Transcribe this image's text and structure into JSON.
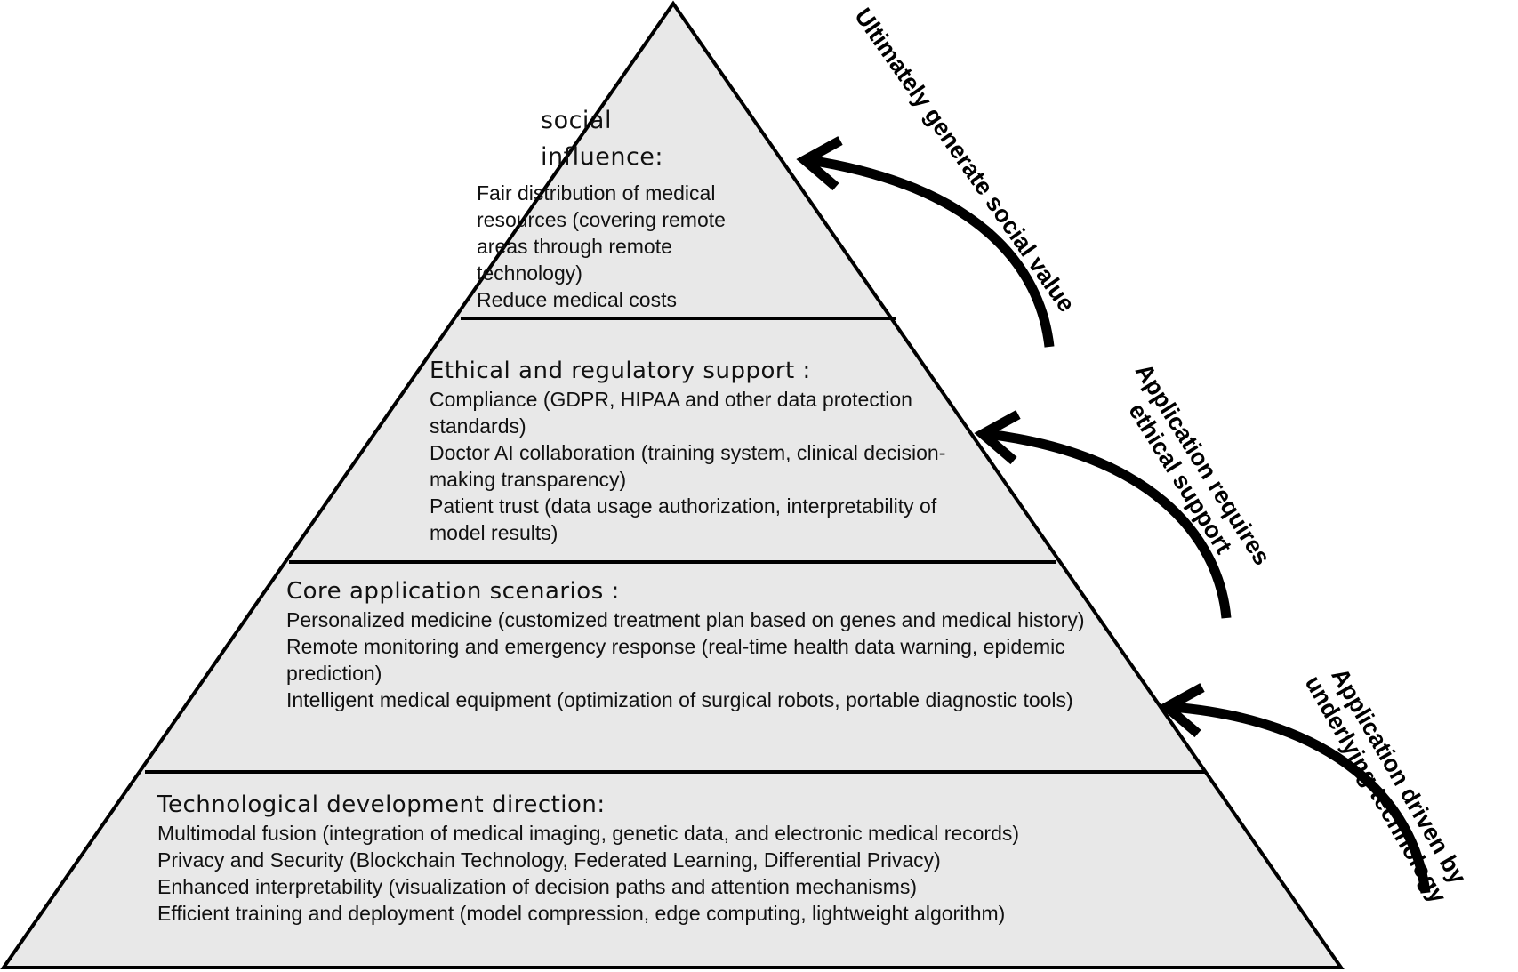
{
  "levels": [
    {
      "heading_lines": [
        "social",
        "influence:"
      ],
      "items": [
        "Fair distribution of medical resources (covering remote areas through remote technology)",
        "Reduce medical costs"
      ]
    },
    {
      "heading": "Ethical and regulatory support :",
      "items": [
        "Compliance (GDPR, HIPAA and other data protection standards)",
        "Doctor AI collaboration (training system, clinical decision-making transparency)",
        "Patient trust (data usage authorization, interpretability of model results)"
      ]
    },
    {
      "heading": "Core application scenarios :",
      "items": [
        "Personalized medicine (customized treatment plan based on genes and medical history)",
        "Remote monitoring and emergency response (real-time health data warning, epidemic prediction)",
        "Intelligent medical equipment (optimization of surgical robots, portable diagnostic tools)"
      ]
    },
    {
      "heading": "Technological development direction:",
      "items": [
        "Multimodal fusion (integration of medical imaging, genetic data, and electronic medical records)",
        "Privacy and Security (Blockchain Technology, Federated Learning, Differential Privacy)",
        "Enhanced interpretability (visualization of decision paths and attention mechanisms)",
        "Efficient training and deployment (model compression, edge computing, lightweight algorithm)"
      ]
    }
  ],
  "arrows": [
    {
      "label_lines": [
        "Ultimately generate social value"
      ]
    },
    {
      "label_lines": [
        "Application requires",
        "ethical support"
      ]
    },
    {
      "label_lines": [
        "Application driven by",
        "underlying technology"
      ]
    }
  ],
  "colors": {
    "fill": "#e8e8e8",
    "stroke": "#000000",
    "text": "#111111"
  }
}
